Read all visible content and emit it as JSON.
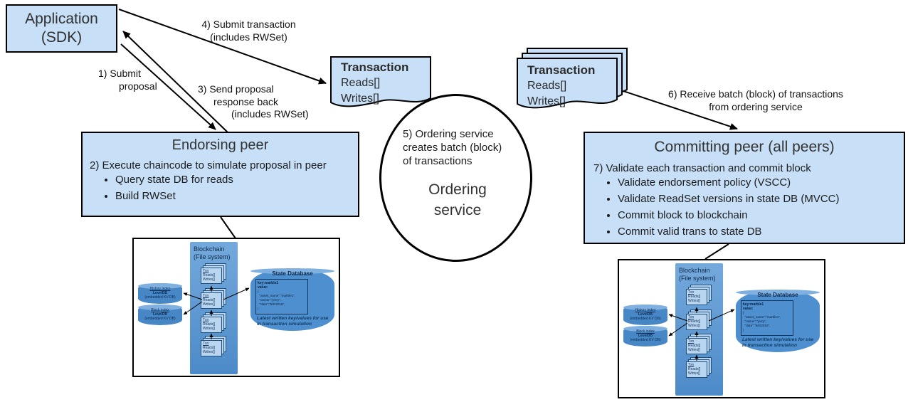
{
  "colors": {
    "box_fill": "#c7dff7",
    "box_border": "#000000",
    "panel_blue": "#5b9bd5",
    "small_doc_fill": "#b9d5ef",
    "small_doc_border": "#1f4e79",
    "cylinder_fill": "#4787c6",
    "dark_navy_text": "#0b2e59"
  },
  "application": {
    "title": "Application\n(SDK)"
  },
  "flow_labels": {
    "step1": [
      "1) Submit",
      "proposal"
    ],
    "step3": [
      "3) Send proposal",
      "response back",
      "(includes RWSet)"
    ],
    "step4": "4) Submit transaction\n(includes RWSet)",
    "step6": "6) Receive batch (block) of transactions\nfrom ordering service"
  },
  "transaction": {
    "title": "Transaction",
    "reads": "Reads[]",
    "writes": "Writes[]"
  },
  "ordering": {
    "step5": "5) Ordering service\ncreates batch (block)\nof transactions",
    "name": "Ordering\nservice"
  },
  "endorsing": {
    "title": "Endorsing peer",
    "step": "2) Execute chaincode to simulate proposal in peer",
    "bullets": [
      "Query state DB for reads",
      "Build RWSet"
    ]
  },
  "committing": {
    "title": "Committing peer (all peers)",
    "step": "7) Validate each transaction and commit block",
    "bullets": [
      "Validate endorsement policy (VSCC)",
      "Validate ReadSet versions in state DB (MVCC)",
      "Commit block to blockchain",
      "Commit valid trans to state DB"
    ]
  },
  "storage": {
    "blockchain_label": "Blockchain\n(File system)",
    "txn_doc": {
      "title": "Txn",
      "reads": "Reads[]",
      "writes": "Writes[]"
    },
    "history_index": {
      "name": "History index",
      "engine": "LevelDB",
      "note": "(embedded KV DB)"
    },
    "block_index": {
      "name": "Block index",
      "engine": "LevelDB",
      "note": "(embedded KV DB)"
    },
    "state_database": {
      "title": "State Database",
      "record_key": "key:marble1",
      "record_value_label": "value:",
      "record_body": "{\n  \"asset_name\":\"marble1\",\n  \"owner\":\"jerry\",\n  \"date\":\"9/6/2016\",\n}",
      "caption": "Latest written key/values for use\nin transaction simulation"
    }
  }
}
